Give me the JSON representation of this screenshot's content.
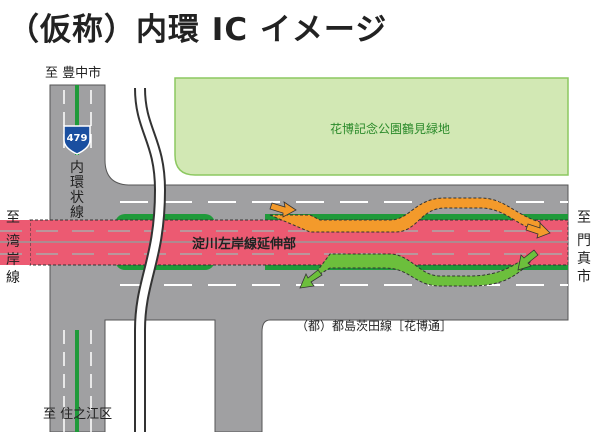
{
  "title": "（仮称）内環 IC イメージ",
  "labels": {
    "north": "至 豊中市",
    "south": "至 住之江区",
    "west": [
      "至",
      "湾",
      "岸",
      "線"
    ],
    "east": [
      "至",
      "門",
      "真",
      "市"
    ],
    "route_number": "479",
    "naikan": [
      "内",
      "環",
      "状",
      "線"
    ],
    "park": "花博記念公園鶴見緑地",
    "expressway": "淀川左岸線延伸部",
    "local_road": "（都）都島茨田線［花博通］"
  },
  "colors": {
    "road": "#a0a0a2",
    "expressway": "#ec5a72",
    "park": "#d2e8b4",
    "median": "#1f9a3a",
    "onramp": "#f39a2b",
    "offramp": "#6cbf3c",
    "route_sign": "#1a4fa0"
  }
}
